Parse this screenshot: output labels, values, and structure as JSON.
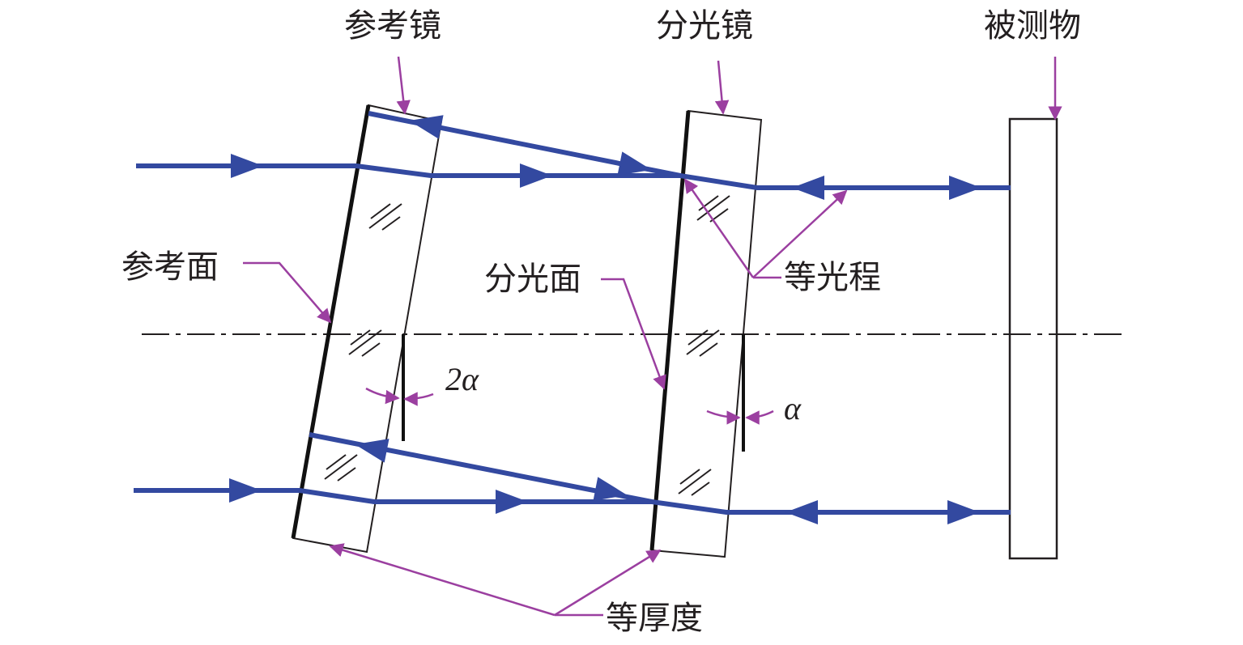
{
  "labels": {
    "reference_mirror": "参考镜",
    "beam_splitter": "分光镜",
    "test_object": "被测物",
    "reference_surface": "参考面",
    "splitting_surface": "分光面",
    "equal_optical_path": "等光程",
    "equal_thickness": "等厚度",
    "angle_2alpha": "2α",
    "angle_alpha": "α"
  },
  "colors": {
    "ray": "#3349a0",
    "pointer": "#9b3fa0",
    "outline": "#231f20"
  }
}
